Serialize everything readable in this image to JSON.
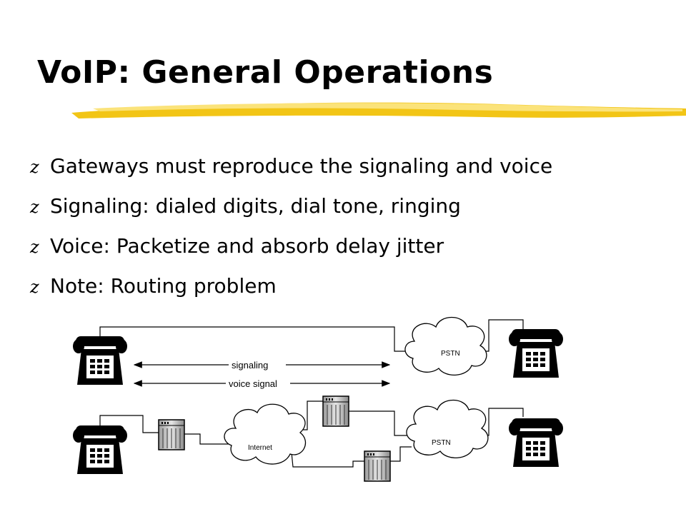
{
  "slide": {
    "title": "VoIP: General Operations",
    "bullet_marker": "z",
    "bullets": [
      "Gateways must reproduce the signaling and voice",
      "Signaling: dialed digits, dial tone, ringing",
      "Voice: Packetize and absorb delay jitter",
      "Note: Routing problem"
    ]
  },
  "diagram": {
    "pstn_label_top": "PSTN",
    "pstn_label_bottom": "PSTN",
    "internet_label": "Internet",
    "signaling_label": "signaling",
    "voice_label": "voice signal"
  },
  "colors": {
    "underline_accent": "#f2c516",
    "underline_highlight": "#fbe37a",
    "gateway_fill": "#c8c8c8"
  }
}
